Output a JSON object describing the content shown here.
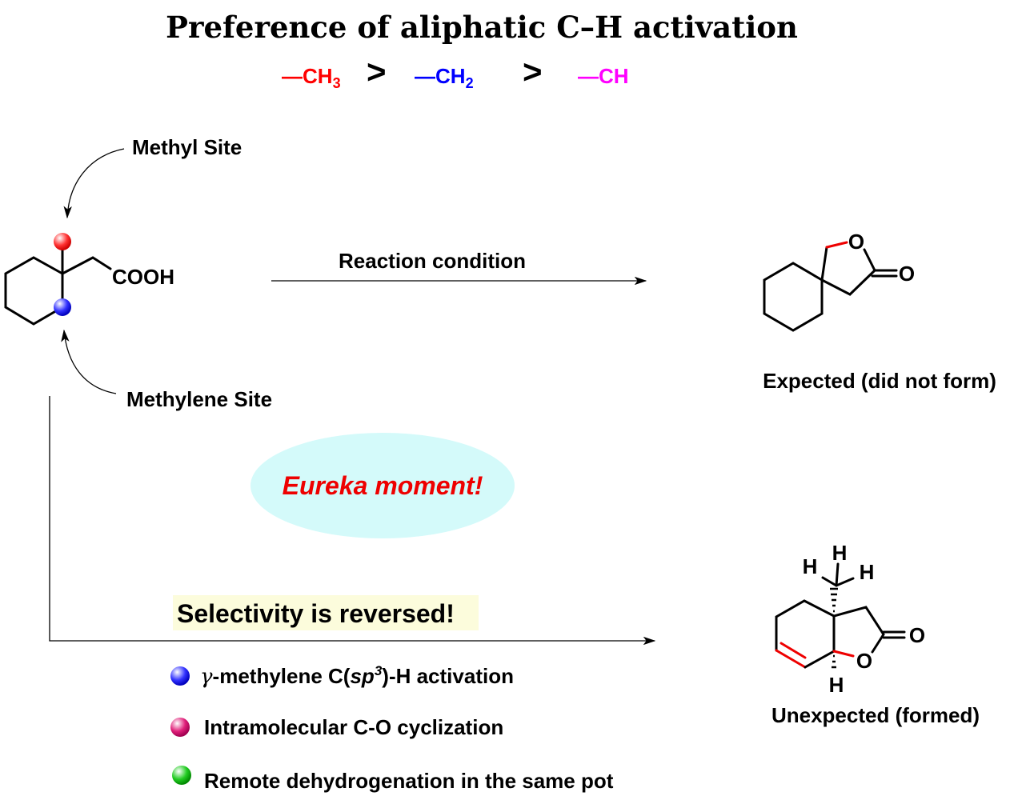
{
  "title": "Preference of aliphatic C–H activation",
  "order": {
    "items": [
      {
        "label": "—CH",
        "sub": "3",
        "color": "#ff0000"
      },
      {
        "label": "—CH",
        "sub": "2",
        "color": "#0000ff"
      },
      {
        "label": "—CH",
        "sub": "",
        "color": "#ff00ff"
      }
    ],
    "separator": ">"
  },
  "labels": {
    "methyl_site": "Methyl Site",
    "methylene_site": "Methylene Site",
    "cooh": "COOH",
    "reaction_condition": "Reaction condition",
    "expected": "Expected (did not form)",
    "unexpected": "Unexpected (formed)",
    "eureka": "Eureka moment!",
    "selectivity": "Selectivity is reversed!",
    "atom_O": "O",
    "atom_H": "H"
  },
  "bullets": [
    {
      "prefix": "γ",
      "text": "-methylene C(",
      "italic": "sp",
      "sup": "3",
      "suffix": ")-H activation",
      "color": "#0000ff"
    },
    {
      "text": "Intramolecular C-O cyclization",
      "color": "#e0207a"
    },
    {
      "text": "Remote dehydrogenation in the same pot",
      "color": "#1fbf1f"
    }
  ]
}
